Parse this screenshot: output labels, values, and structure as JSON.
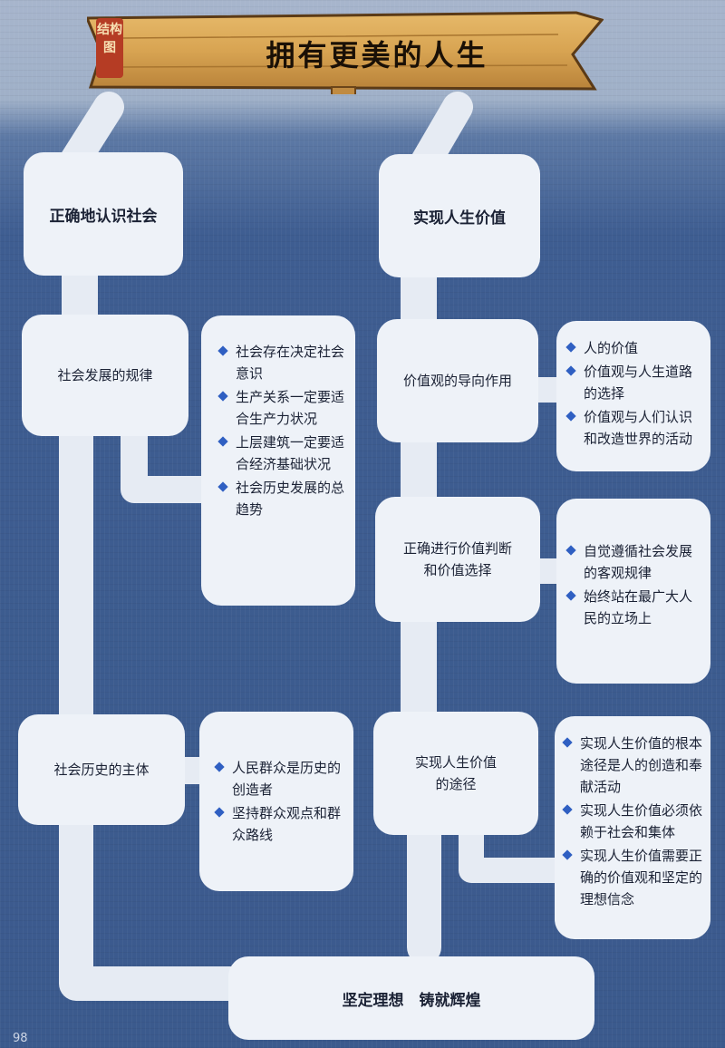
{
  "banner": {
    "tag": "结构图",
    "title": "拥有更美的人生"
  },
  "left": {
    "title": "正确地认识社会",
    "law": {
      "label": "社会发展的规律",
      "items": [
        "社会存在决定社会意识",
        "生产关系一定要适合生产力状况",
        "上层建筑一定要适合经济基础状况",
        "社会历史发展的总趋势"
      ]
    },
    "subject": {
      "label": "社会历史的主体",
      "items": [
        "人民群众是历史的创造者",
        "坚持群众观点和群众路线"
      ]
    }
  },
  "right": {
    "title": "实现人生价值",
    "guide": {
      "label": "价值观的导向作用",
      "items": [
        "人的价值",
        "价值观与人生道路的选择",
        "价值观与人们认识和改造世界的活动"
      ]
    },
    "judge": {
      "label_line1": "正确进行价值判断",
      "label_line2": "和价值选择",
      "items": [
        "自觉遵循社会发展的客观规律",
        "始终站在最广大人民的立场上"
      ]
    },
    "way": {
      "label_line1": "实现人生价值",
      "label_line2": "的途径",
      "items": [
        "实现人生价值的根本途径是人的创造和奉献活动",
        "实现人生价值必须依赖于社会和集体",
        "实现人生价值需要正确的价值观和坚定的理想信念"
      ]
    }
  },
  "bottom": {
    "label": "坚定理想　铸就辉煌"
  },
  "page_number": "98",
  "colors": {
    "background": "#3e5d91",
    "box": "#eef2f8",
    "bullet": "#2f5fc2",
    "banner_wood": "#d9a85a",
    "tag": "#b53c24"
  }
}
